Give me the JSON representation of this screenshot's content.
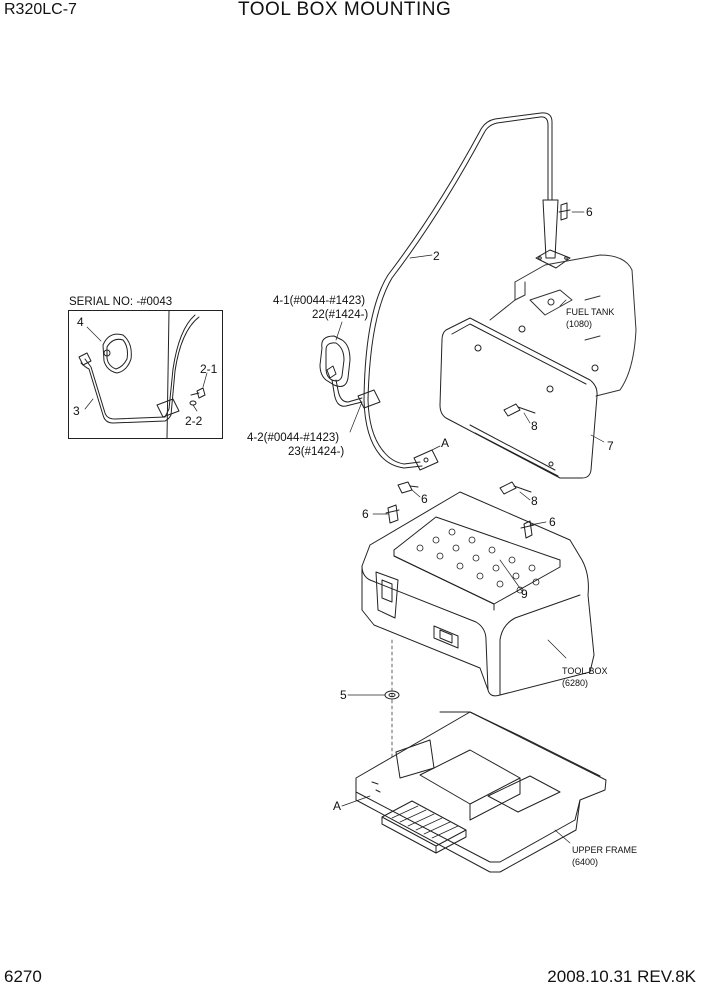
{
  "header": {
    "model": "R320LC-7",
    "title": "TOOL BOX MOUNTING"
  },
  "footer": {
    "page_number": "6270",
    "revision": "2008.10.31  REV.8K"
  },
  "inset": {
    "serial_label": "SERIAL NO: -#0043",
    "callouts": [
      "4",
      "2-1",
      "3",
      "2-2"
    ]
  },
  "callouts": {
    "c2": "2",
    "c6_top": "6",
    "c4_1": "4-1(#0044-#1423)",
    "c22": "22(#1424-)",
    "c4_2": "4-2(#0044-#1423)",
    "c23": "23(#1424-)",
    "cA_top": "A",
    "c6_mid": "6",
    "c6_left": "6",
    "c6_right": "6",
    "c8_upper": "8",
    "c8_lower": "8",
    "c7": "7",
    "c9": "9",
    "c5": "5",
    "cA_bottom": "A"
  },
  "references": {
    "fuel_tank": [
      "FUEL TANK",
      "(1080)"
    ],
    "tool_box": [
      "TOOL BOX",
      "(6280)"
    ],
    "upper_frame": [
      "UPPER FRAME",
      "(6400)"
    ]
  }
}
